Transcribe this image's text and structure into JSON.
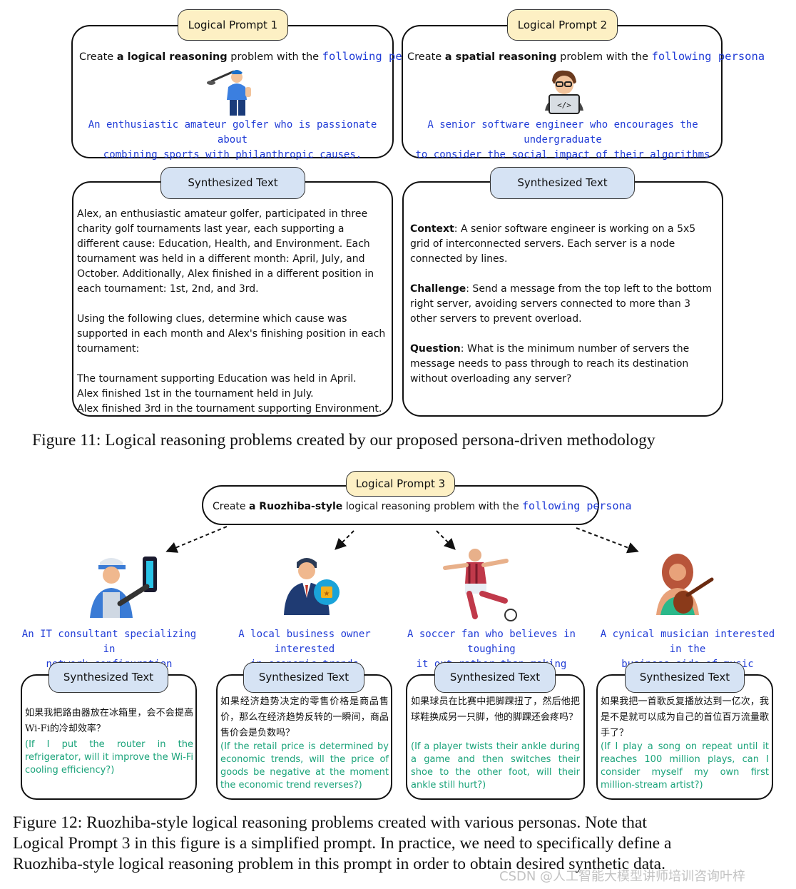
{
  "fig11": {
    "p1": {
      "label": "Logical Prompt 1",
      "pre": "Create ",
      "bold": "a logical reasoning",
      "mid": " problem with the ",
      "link": "following persona",
      "persona": [
        "An enthusiastic amateur golfer who is passionate about",
        "combining sports with philanthropic causes."
      ],
      "icon": "golfer-icon"
    },
    "p2": {
      "label": "Logical Prompt 2",
      "pre": "Create ",
      "bold": "a spatial reasoning",
      "mid": " problem with the ",
      "link": "following persona",
      "persona": [
        "A senior software engineer who encourages the undergraduate",
        "to consider the social impact of their algorithms"
      ],
      "icon": "software-engineer-icon"
    },
    "s1": {
      "label": "Synthesized Text",
      "para1": "Alex, an enthusiastic amateur golfer, participated in three charity golf tournaments last year, each supporting a different cause: Education, Health, and Environment. Each tournament was held in a different month: April, July, and October. Additionally, Alex finished in a different position in each tournament: 1st, 2nd, and 3rd.",
      "para2": "Using the following clues, determine which cause was supported in each month and Alex's finishing position in each tournament:",
      "clue1": "The tournament supporting Education was held in April.",
      "clue2": "Alex finished 1st in the tournament held in July.",
      "clue3": "Alex finished 3rd in the tournament supporting Environment."
    },
    "s2": {
      "label": "Synthesized Text",
      "context_label": "Context",
      "context": ": A senior software engineer is working on a 5x5 grid of interconnected servers. Each server is a node connected by lines.",
      "challenge_label": "Challenge",
      "challenge": ": Send a message from the top left to the bottom right server, avoiding servers connected to more than 3 other servers to prevent overload.",
      "question_label": "Question",
      "question": ": What is the minimum number of servers the message needs to pass through to reach its destination without overloading any server?"
    },
    "caption": "Figure 11: Logical reasoning problems created by our proposed persona-driven methodology"
  },
  "fig12": {
    "p3": {
      "label": "Logical Prompt 3",
      "pre": "Create ",
      "bold": "a Ruozhiba-style",
      "mid": " logical reasoning problem with the ",
      "link": "following persona"
    },
    "personas": [
      {
        "icon": "it-consultant-icon",
        "text": [
          "An IT consultant specializing in",
          "network configuration"
        ],
        "label": "Synthesized Text",
        "cn": "如果我把路由器放在冰箱里，会不会提高Wi-Fi的冷却效率？",
        "en": "(If I put the router in the refrigerator, will it improve the Wi-Fi cooling efficiency?)"
      },
      {
        "icon": "business-owner-icon",
        "text": [
          "A local business owner interested",
          "in economic trends"
        ],
        "label": "Synthesized Text",
        "cn": "如果经济趋势决定的零售价格是商品售价，那么在经济趋势反转的一瞬间，商品售价会是负数吗？",
        "en": "(If the retail price is determined by economic trends, will the price of goods be negative at the moment the economic trend reverses?)"
      },
      {
        "icon": "soccer-player-icon",
        "text": [
          "A soccer fan who believes in toughing",
          "it out rather than making excuses"
        ],
        "label": "Synthesized Text",
        "cn": "如果球员在比赛中把脚踝扭了，然后他把球鞋换成另一只脚，他的脚踝还会疼吗？",
        "en": "(If a player twists their ankle during a game and then switches their shoe to the other foot, will their ankle still hurt?)"
      },
      {
        "icon": "musician-icon",
        "text": [
          "A cynical musician interested in the",
          "business side of music streaming"
        ],
        "label": "Synthesized Text",
        "cn": "如果我把一首歌反复播放达到一亿次，我是不是就可以成为自己的首位百万流量歌手了？",
        "en": "(If I play a song on repeat until it reaches 100 million plays, can I consider myself my own first million-stream artist?)"
      }
    ],
    "caption": [
      "Figure 12: Ruozhiba-style logical reasoning problems created with various personas. Note that",
      "Logical Prompt 3 in this figure is a simplified prompt. In practice, we need to specifically define a",
      "Ruozhiba-style logical reasoning problem in this prompt in order to obtain desired synthetic data."
    ]
  },
  "watermark": "CSDN @人工智能大模型讲师培训咨询叶梓"
}
